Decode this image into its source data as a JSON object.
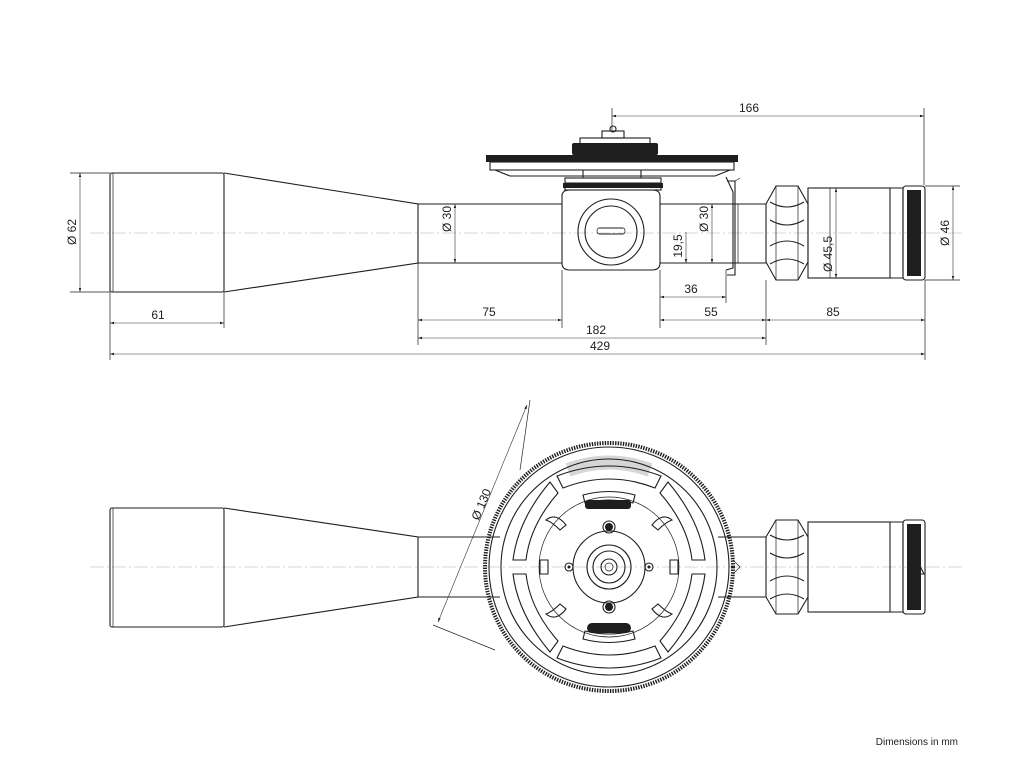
{
  "dimensions": {
    "d166": "166",
    "d61": "61",
    "d75": "75",
    "d36": "36",
    "d55": "55",
    "d85": "85",
    "d182": "182",
    "d429": "429",
    "dia62": "Ø 62",
    "dia30a": "Ø 30",
    "dia30b": "Ø 30",
    "d19_5": "19,5",
    "dia45_5": "Ø 45,5",
    "dia46": "Ø 46",
    "dia130": "Ø 130"
  },
  "note": "Dimensions in mm",
  "colors": {
    "line": "#1e1e1e",
    "centerline": "#b0b0b0",
    "background": "#ffffff"
  }
}
